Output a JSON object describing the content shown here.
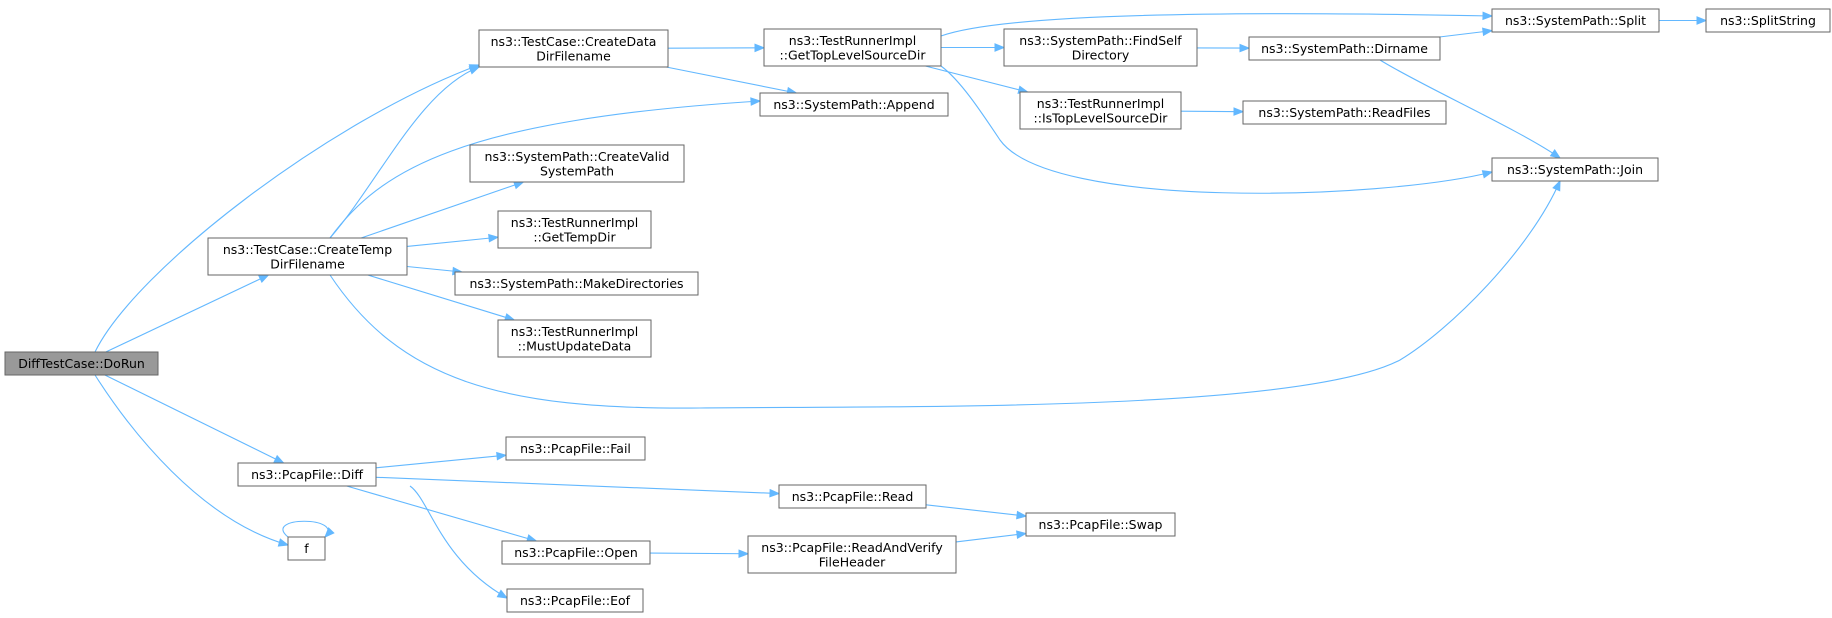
{
  "graph": {
    "nodes": [
      {
        "id": "dorun",
        "lines": [
          "DiffTestCase::DoRun"
        ],
        "root": true
      },
      {
        "id": "cdd",
        "lines": [
          "ns3::TestCase::CreateData",
          "DirFilename"
        ]
      },
      {
        "id": "ctd",
        "lines": [
          "ns3::TestCase::CreateTemp",
          "DirFilename"
        ]
      },
      {
        "id": "diff",
        "lines": [
          "ns3::PcapFile::Diff"
        ]
      },
      {
        "id": "f",
        "lines": [
          "f"
        ]
      },
      {
        "id": "gtlsd",
        "lines": [
          "ns3::TestRunnerImpl",
          "::GetTopLevelSourceDir"
        ]
      },
      {
        "id": "append",
        "lines": [
          "ns3::SystemPath::Append"
        ]
      },
      {
        "id": "createvalid",
        "lines": [
          "ns3::SystemPath::CreateValid",
          "SystemPath"
        ]
      },
      {
        "id": "gettempdir",
        "lines": [
          "ns3::TestRunnerImpl",
          "::GetTempDir"
        ]
      },
      {
        "id": "makedirs",
        "lines": [
          "ns3::SystemPath::MakeDirectories"
        ]
      },
      {
        "id": "mustupdate",
        "lines": [
          "ns3::TestRunnerImpl",
          "::MustUpdateData"
        ]
      },
      {
        "id": "fail",
        "lines": [
          "ns3::PcapFile::Fail"
        ]
      },
      {
        "id": "read",
        "lines": [
          "ns3::PcapFile::Read"
        ]
      },
      {
        "id": "open",
        "lines": [
          "ns3::PcapFile::Open"
        ]
      },
      {
        "id": "eof",
        "lines": [
          "ns3::PcapFile::Eof"
        ]
      },
      {
        "id": "findself",
        "lines": [
          "ns3::SystemPath::FindSelf",
          "Directory"
        ]
      },
      {
        "id": "istop",
        "lines": [
          "ns3::TestRunnerImpl",
          "::IsTopLevelSourceDir"
        ]
      },
      {
        "id": "dirname",
        "lines": [
          "ns3::SystemPath::Dirname"
        ]
      },
      {
        "id": "readfiles",
        "lines": [
          "ns3::SystemPath::ReadFiles"
        ]
      },
      {
        "id": "split",
        "lines": [
          "ns3::SystemPath::Split"
        ]
      },
      {
        "id": "splitstring",
        "lines": [
          "ns3::SplitString"
        ]
      },
      {
        "id": "join",
        "lines": [
          "ns3::SystemPath::Join"
        ]
      },
      {
        "id": "readverify",
        "lines": [
          "ns3::PcapFile::ReadAndVerify",
          "FileHeader"
        ]
      },
      {
        "id": "swap",
        "lines": [
          "ns3::PcapFile::Swap"
        ]
      }
    ],
    "edges": [
      {
        "from": "dorun",
        "to": "cdd"
      },
      {
        "from": "dorun",
        "to": "ctd"
      },
      {
        "from": "dorun",
        "to": "diff"
      },
      {
        "from": "dorun",
        "to": "f"
      },
      {
        "from": "f",
        "to": "f"
      },
      {
        "from": "cdd",
        "to": "gtlsd"
      },
      {
        "from": "cdd",
        "to": "append"
      },
      {
        "from": "ctd",
        "to": "cdd"
      },
      {
        "from": "ctd",
        "to": "append"
      },
      {
        "from": "ctd",
        "to": "createvalid"
      },
      {
        "from": "ctd",
        "to": "gettempdir"
      },
      {
        "from": "ctd",
        "to": "makedirs"
      },
      {
        "from": "ctd",
        "to": "mustupdate"
      },
      {
        "from": "ctd",
        "to": "join"
      },
      {
        "from": "gtlsd",
        "to": "split"
      },
      {
        "from": "gtlsd",
        "to": "findself"
      },
      {
        "from": "gtlsd",
        "to": "istop"
      },
      {
        "from": "gtlsd",
        "to": "join"
      },
      {
        "from": "findself",
        "to": "dirname"
      },
      {
        "from": "dirname",
        "to": "split"
      },
      {
        "from": "dirname",
        "to": "join"
      },
      {
        "from": "istop",
        "to": "readfiles"
      },
      {
        "from": "split",
        "to": "splitstring"
      },
      {
        "from": "diff",
        "to": "fail"
      },
      {
        "from": "diff",
        "to": "read"
      },
      {
        "from": "diff",
        "to": "open"
      },
      {
        "from": "diff",
        "to": "eof"
      },
      {
        "from": "read",
        "to": "swap"
      },
      {
        "from": "open",
        "to": "readverify"
      },
      {
        "from": "readverify",
        "to": "swap"
      }
    ]
  }
}
